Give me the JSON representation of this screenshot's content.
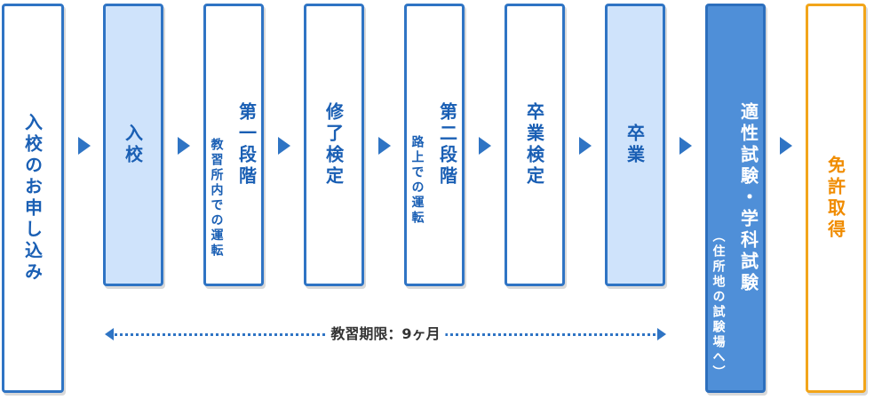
{
  "steps": [
    {
      "label": "入校のお申し込み"
    },
    {
      "label": "入校"
    },
    {
      "label": "第一段階",
      "sub": "教習所内での運転"
    },
    {
      "label": "修了検定"
    },
    {
      "label": "第二段階",
      "sub": "路上での運転"
    },
    {
      "label": "卒業検定"
    },
    {
      "label": "卒業"
    },
    {
      "label": "適性試験・学科試験",
      "sub": "（住所地の試験場へ）"
    },
    {
      "label": "免許取得"
    }
  ],
  "period_label": "教習期限：9ヶ月",
  "colors": {
    "border_blue": "#2f74c4",
    "light_fill": "#cfe3fb",
    "dark_fill": "#4f8fd8",
    "orange": "#f2a51a"
  }
}
